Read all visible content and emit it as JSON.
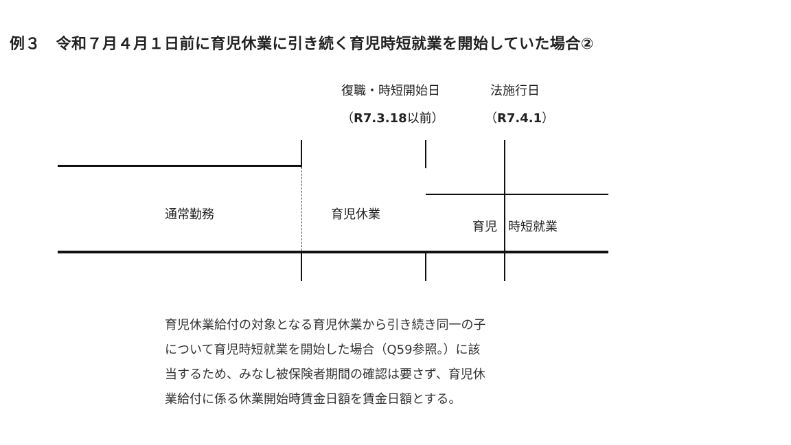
{
  "title": "例３　令和７月４月１日前に育児休業に引き続く育児時短就業を開始していた場合②",
  "markers": {
    "return": {
      "label": "復職・時短開始日",
      "date_open": "（",
      "date": "R7.3.18",
      "date_suffix": "以前）"
    },
    "enforcement": {
      "label": "法施行日",
      "date_open": "（",
      "date": "R7.4.1",
      "date_suffix": "）"
    }
  },
  "periods": {
    "normal_work": "通常勤務",
    "childcare_leave": "育児休業",
    "short_time_prefix": "育児",
    "short_time_suffix": "時短就業"
  },
  "description": [
    "育児休業給付の対象となる育児休業から引き続き同一の子",
    "について育児時短就業を開始した場合（Q59参照。）に該",
    "当するため、みなし被保険者期間の確認は要さず、育児休",
    "業給付に係る休業開始時賃金日額を賃金日額とする。"
  ]
}
